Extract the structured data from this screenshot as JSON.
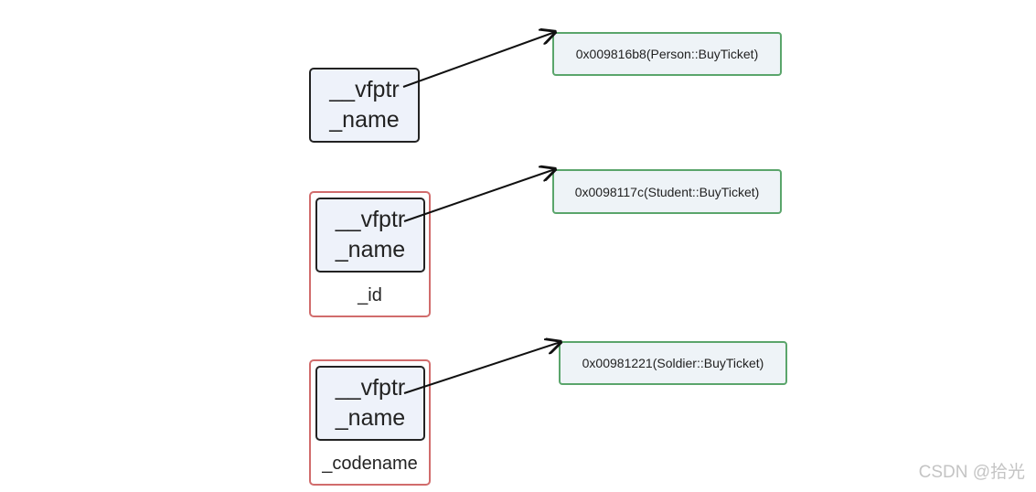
{
  "objects": [
    {
      "vfptr": "__vfptr",
      "name": "_name",
      "extra_field": ""
    },
    {
      "vfptr": "__vfptr",
      "name": "_name",
      "extra_field": "_id"
    },
    {
      "vfptr": "__vfptr",
      "name": "_name",
      "extra_field": "_codename"
    }
  ],
  "vtables": [
    {
      "entry": "0x009816b8(Person::BuyTicket)"
    },
    {
      "entry": "0x0098117c(Student::BuyTicket)"
    },
    {
      "entry": "0x00981221(Soldier::BuyTicket)"
    }
  ],
  "watermark": "CSDN @拾光",
  "colors": {
    "base_border": "#222222",
    "derived_border": "#d16c6c",
    "vtable_border": "#5aa56b",
    "box_fill": "#eef2fa"
  }
}
